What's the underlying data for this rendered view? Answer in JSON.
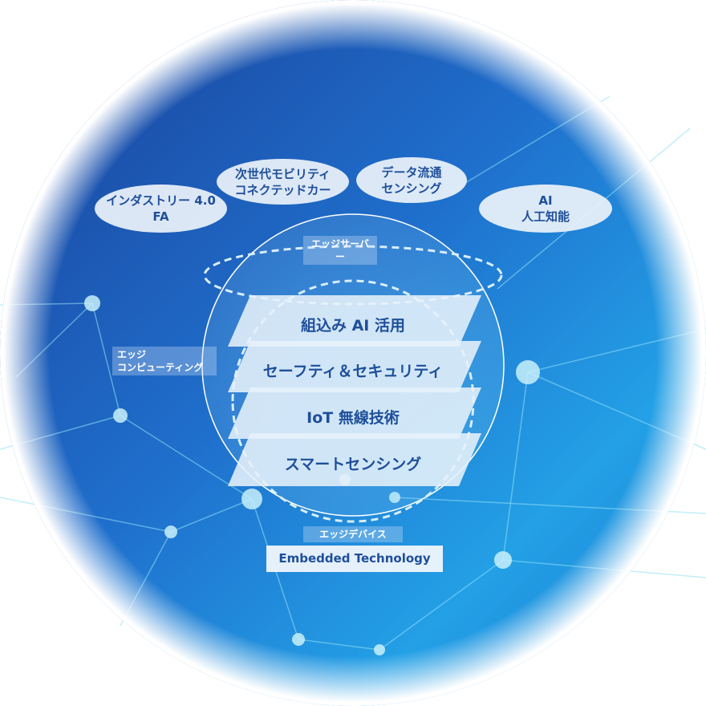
{
  "bubbles": [
    {
      "line1": "インダストリー 4.0",
      "line2": "FA"
    },
    {
      "line1": "次世代モビリティ",
      "line2": "コネクテッドカー"
    },
    {
      "line1": "データ流通",
      "line2": "センシング"
    },
    {
      "line1": "AI",
      "line2": "人工知能"
    }
  ],
  "tags": {
    "edge_server": "エッジサーバー",
    "edge_computing_1": "エッジ",
    "edge_computing_2": "コンピューティング",
    "edge_device": "エッジデバイス"
  },
  "layers": [
    "組込み AI 活用",
    "セーフティ＆セキュリティ",
    "IoT 無線技術",
    "スマートセンシング"
  ],
  "embedded": "Embedded Technology",
  "colors": {
    "text": "#1f4f9a",
    "bg_dark": "#1c4fa8",
    "bg_light": "#2aa5e8"
  }
}
